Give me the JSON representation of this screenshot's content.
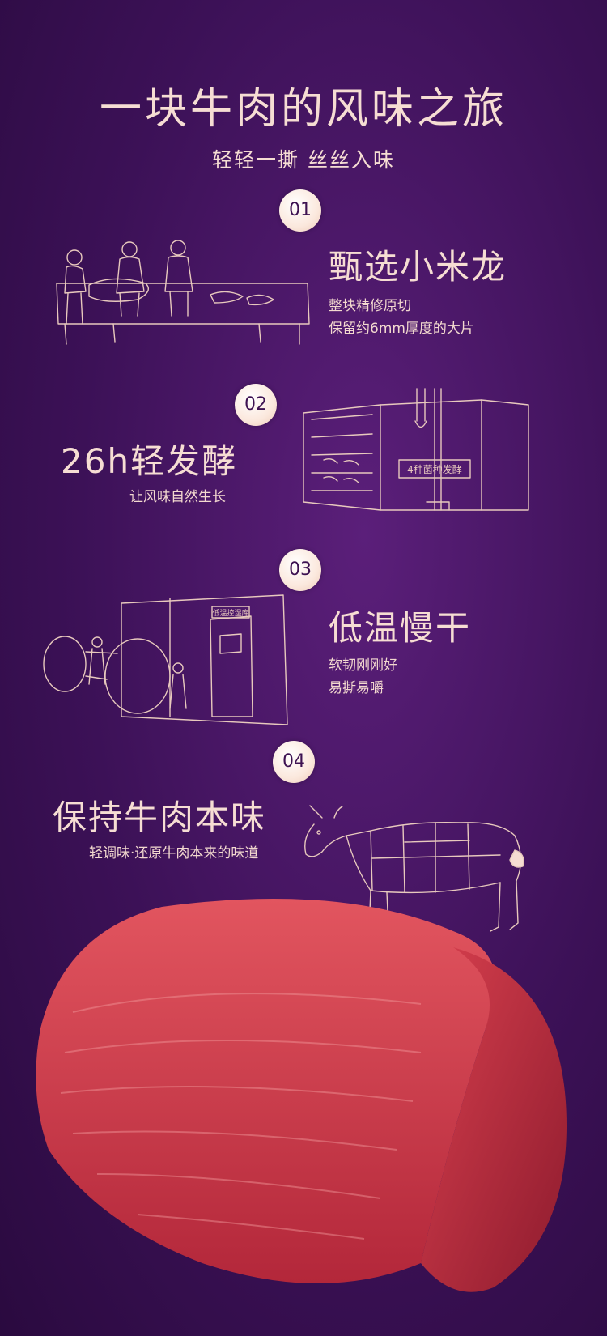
{
  "title": "一块牛肉的风味之旅",
  "subtitle": "轻轻一撕 丝丝入味",
  "steps": [
    {
      "num": "01",
      "title": "甄选小米龙",
      "desc": [
        "整块精修原切",
        "保留约6mm厚度的大片"
      ]
    },
    {
      "num": "02",
      "title": "26h轻发酵",
      "desc": [
        "让风味自然生长"
      ],
      "sign": "4种菌种发酵"
    },
    {
      "num": "03",
      "title": "低温慢干",
      "desc": [
        "软韧刚刚好",
        "易撕易嚼"
      ],
      "sign": "低温控湿库"
    },
    {
      "num": "04",
      "title": "保持牛肉本味",
      "desc": [
        "轻调味·还原牛肉本来的味道"
      ]
    }
  ],
  "colors": {
    "background": "#3c1157",
    "text": "#f6ddd3",
    "badge": "#fbe8dd",
    "beef": "#c9394a"
  }
}
